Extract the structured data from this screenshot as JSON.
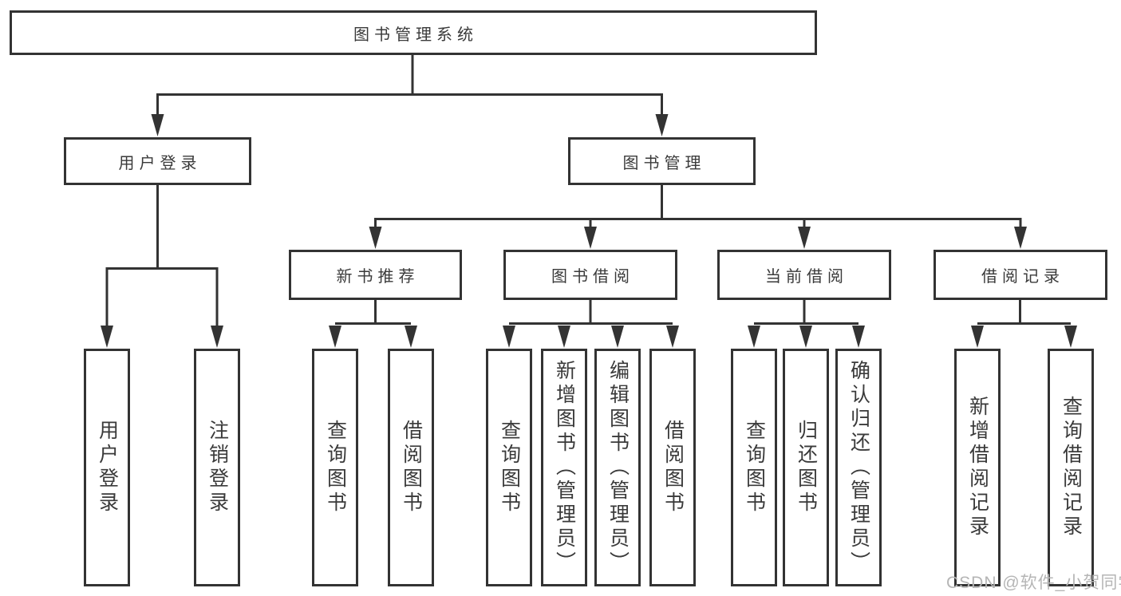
{
  "tree": {
    "root": "图书管理系统",
    "branches": [
      {
        "label": "用户登录",
        "leaves": [
          "用户登录",
          "注销登录"
        ]
      },
      {
        "label": "图书管理",
        "groups": [
          {
            "label": "新书推荐",
            "leaves": [
              "查询图书",
              "借阅图书"
            ]
          },
          {
            "label": "图书借阅",
            "leaves": [
              "查询图书",
              "新增图书（管理员）",
              "编辑图书（管理员）",
              "借阅图书"
            ]
          },
          {
            "label": "当前借阅",
            "leaves": [
              "查询图书",
              "归还图书",
              "确认归还（管理员）"
            ]
          },
          {
            "label": "借阅记录",
            "leaves": [
              "新增借阅记录",
              "查询借阅记录"
            ]
          }
        ]
      }
    ]
  },
  "watermark": {
    "text": "CSDN @软件_小贺同学",
    "color": "#b5b5b5"
  },
  "colors": {
    "line": "#333333",
    "text": "#3a3a3a",
    "background": "#ffffff"
  }
}
